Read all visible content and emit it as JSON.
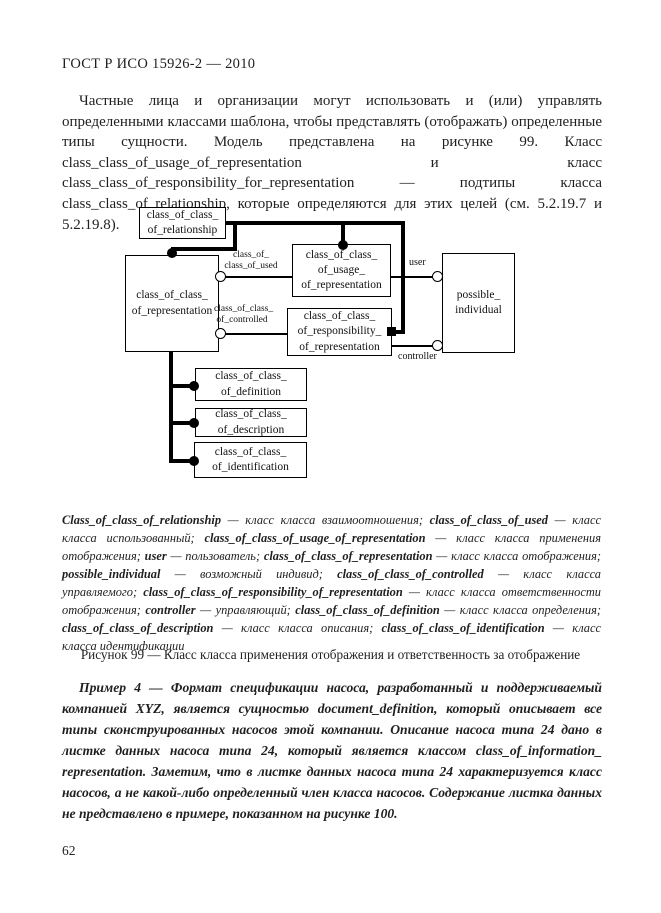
{
  "header": {
    "title": "ГОСТ Р ИСО 15926-2 — 2010"
  },
  "intro": {
    "text": "Частные лица и организации могут использовать и (или) управлять определенными классами шаблона, чтобы представлять (отображать) определенные типы сущности. Модель представлена на рисунке 99. Класс class_class_of_usage_of_representation и класс class_class_of_responsibility_for_representation — подтипы класса class_class_of_relationship, которые определяются для этих целей (см. 5.2.19.7 и 5.2.19.8)."
  },
  "diagram": {
    "boxes": {
      "relationship": {
        "text": "class_of_class_\nof_relationship"
      },
      "representation": {
        "text": "class_of_class_\nof_representation"
      },
      "usage": {
        "text": "class_of_class_\nof_usage_\nof_representation"
      },
      "responsibility": {
        "text": "class_of_class_\nof_responsibility_\nof_representation"
      },
      "possible_individual": {
        "text": "possible_\nindividual"
      },
      "definition": {
        "text": "class_of_class_\nof_definition"
      },
      "description": {
        "text": "class_of_class_\nof_description"
      },
      "identification": {
        "text": "class_of_class_\nof_identification"
      }
    },
    "labels": {
      "used": "class_of_\nclass_of_used",
      "controlled": "class_of_class_\nof_controlled",
      "user": "user",
      "controller": "controller"
    }
  },
  "legend": {
    "entries": [
      {
        "term": "Class_of_class_of_relationship",
        "translation": "класс класса взаимоотношения"
      },
      {
        "term": "class_of_class_of_used",
        "translation": "класс класса использованный"
      },
      {
        "term": "class_of_class_of_usage_of_representation",
        "translation": "класс класса применения отображения"
      },
      {
        "term": "user",
        "translation": "пользователь"
      },
      {
        "term": "class_of_class_of_representation",
        "translation": "класс класса отображения"
      },
      {
        "term": "possible_individual",
        "translation": "возможный индивид"
      },
      {
        "term": "class_of_class_of_controlled",
        "translation": "класс класса управляемого"
      },
      {
        "term": "class_of_class_of_responsibility_of_representation",
        "translation": "класс класса ответственности отображения"
      },
      {
        "term": "controller",
        "translation": "управляющий"
      },
      {
        "term": "class_of_class_of_definition",
        "translation": "класс класса определения"
      },
      {
        "term": "class_of_class_of_description",
        "translation": "класс класса описания"
      },
      {
        "term": "class_of_class_of_identification",
        "translation": "класс класса идентификации"
      }
    ]
  },
  "figure": {
    "caption": "Рисунок 99 — Класс класса применения отображения и ответственность за отображение"
  },
  "example": {
    "text": "Пример 4 — Формат спецификации насоса, разработанный и поддерживаемый компанией XYZ, является сущностью document_definition, который описывает все типы сконструированных насосов этой компании. Описание насоса типа 24 дано в листке данных насоса типа 24, который является классом class_of_information_ representation. Заметим, что в листке данных насоса типа 24 характеризуется класс насосов, а не какой-либо определенный член класса насосов. Содержание листка данных не представлено в примере, показанном на рисунке 100."
  },
  "footer": {
    "page_number": "62"
  },
  "colors": {
    "ink": "#1f1f1f",
    "line": "#000000",
    "background": "#ffffff"
  }
}
